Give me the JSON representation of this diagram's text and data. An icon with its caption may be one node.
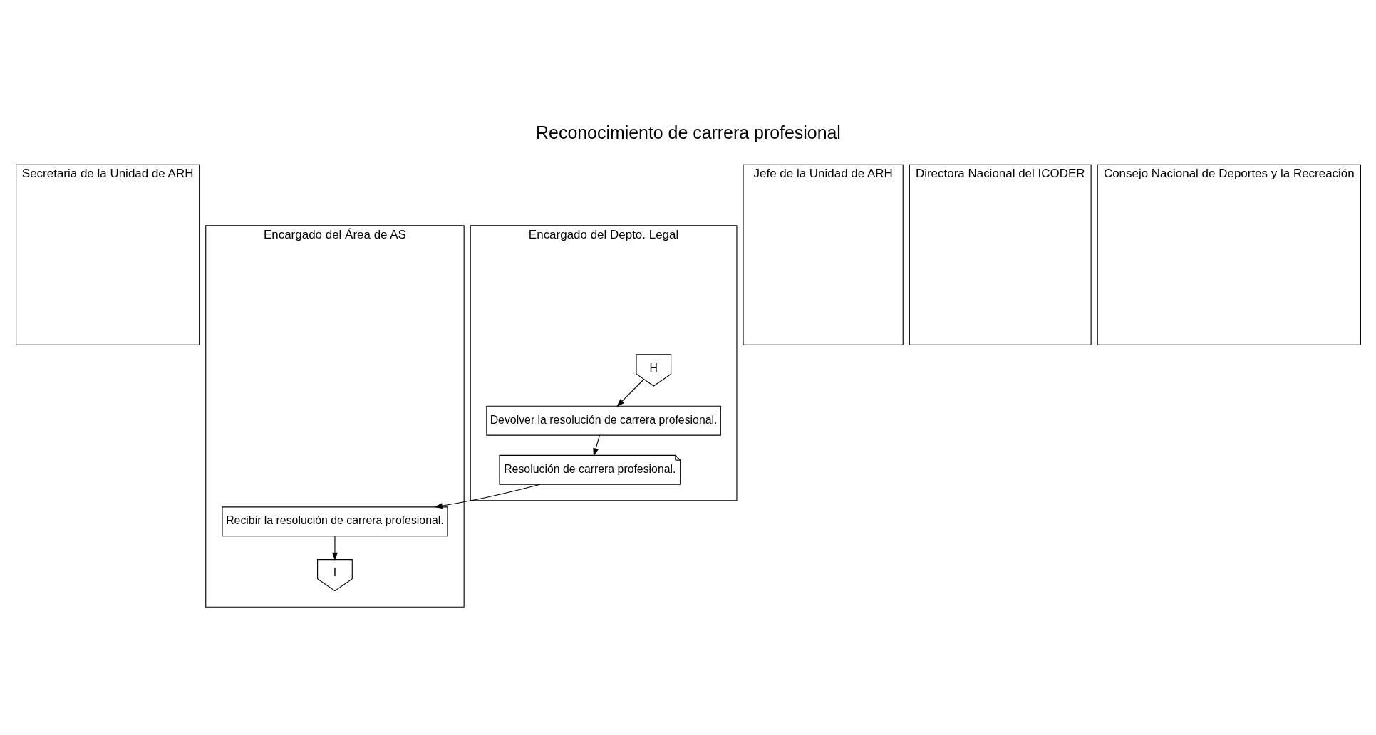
{
  "diagram": {
    "title": "Reconocimiento de carrera profesional",
    "nodes": [
      {
        "text": [
          "Secretaria de la Unidad de ARH"
        ]
      },
      {
        "text": [
          "Encargado del Área de AS"
        ]
      },
      {
        "text": [
          "Jefe de la Unidad de ARH"
        ]
      },
      {
        "text": [
          "Encargado del Depto. Legal"
        ]
      },
      {
        "text": [
          "Directora Nacional del ICODER"
        ]
      },
      {
        "text": [
          "Consejo Nacional de Deportes y la Recreación"
        ]
      },
      {
        "text": [
          "H"
        ],
        "in": 3
      },
      {
        "text": [
          "Devolver la resolución de carrera profesional."
        ],
        "in": 3
      },
      {
        "text": [
          "Resolución de carrera profesional."
        ],
        "in": 3
      },
      {
        "text": [
          "Recibir la resolución de carrera profesional."
        ],
        "in": 1
      },
      {
        "text": [
          "I"
        ],
        "in": 1
      }
    ],
    "edges": [
      {
        "from": 6,
        "to": 7,
        "arrow": "to"
      },
      {
        "from": 7,
        "to": 8,
        "arrow": "to"
      },
      {
        "from": 8,
        "to": 9,
        "arrow": "to"
      },
      {
        "from": 9,
        "to": 10,
        "arrow": "to"
      }
    ]
  }
}
